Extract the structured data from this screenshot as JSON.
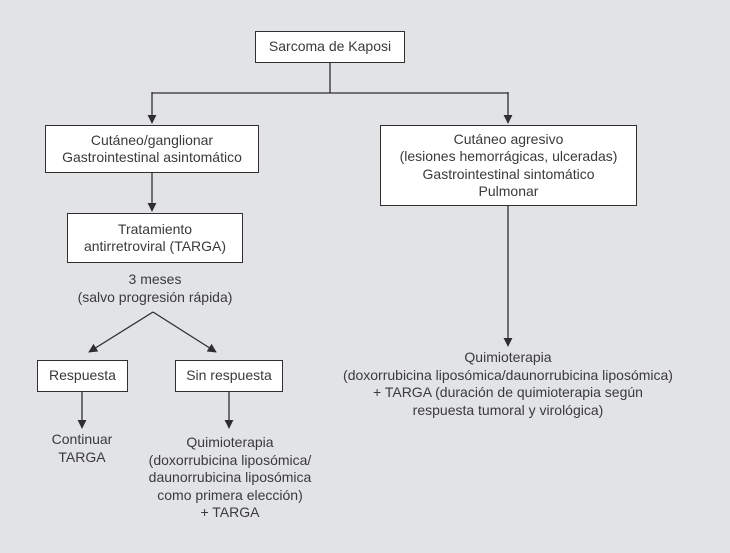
{
  "colors": {
    "background": "#e2e3e5",
    "box_fill": "#ffffff",
    "box_border": "#2f2f31",
    "text": "#3a3a3c",
    "connector": "#2f2f31"
  },
  "flowchart": {
    "root": {
      "label": "Sarcoma de Kaposi"
    },
    "left_branch": {
      "condition": {
        "line1": "Cutáneo/ganglionar",
        "line2": "Gastrointestinal asintomático"
      },
      "treatment": {
        "line1": "Tratamiento",
        "line2": "antirretroviral (TARGA)"
      },
      "interval": {
        "line1": "3 meses",
        "line2": "(salvo progresión rápida)"
      },
      "response": {
        "label": "Respuesta"
      },
      "no_response": {
        "label": "Sin respuesta"
      },
      "response_outcome": {
        "line1": "Continuar",
        "line2": "TARGA"
      },
      "no_response_outcome": {
        "line1": "Quimioterapia",
        "line2": "(doxorrubicina liposómica/",
        "line3": "daunorrubicina liposómica",
        "line4": "como primera elección)",
        "line5": "+ TARGA"
      }
    },
    "right_branch": {
      "condition": {
        "line1": "Cutáneo agresivo",
        "line2": "(lesiones hemorrágicas, ulceradas)",
        "line3": "Gastrointestinal sintomático",
        "line4": "Pulmonar"
      },
      "outcome": {
        "line1": "Quimioterapia",
        "line2": "(doxorrubicina liposómica/daunorrubicina liposómica)",
        "line3": "+ TARGA (duración de quimioterapia según",
        "line4": "respuesta tumoral y virológica)"
      }
    }
  }
}
